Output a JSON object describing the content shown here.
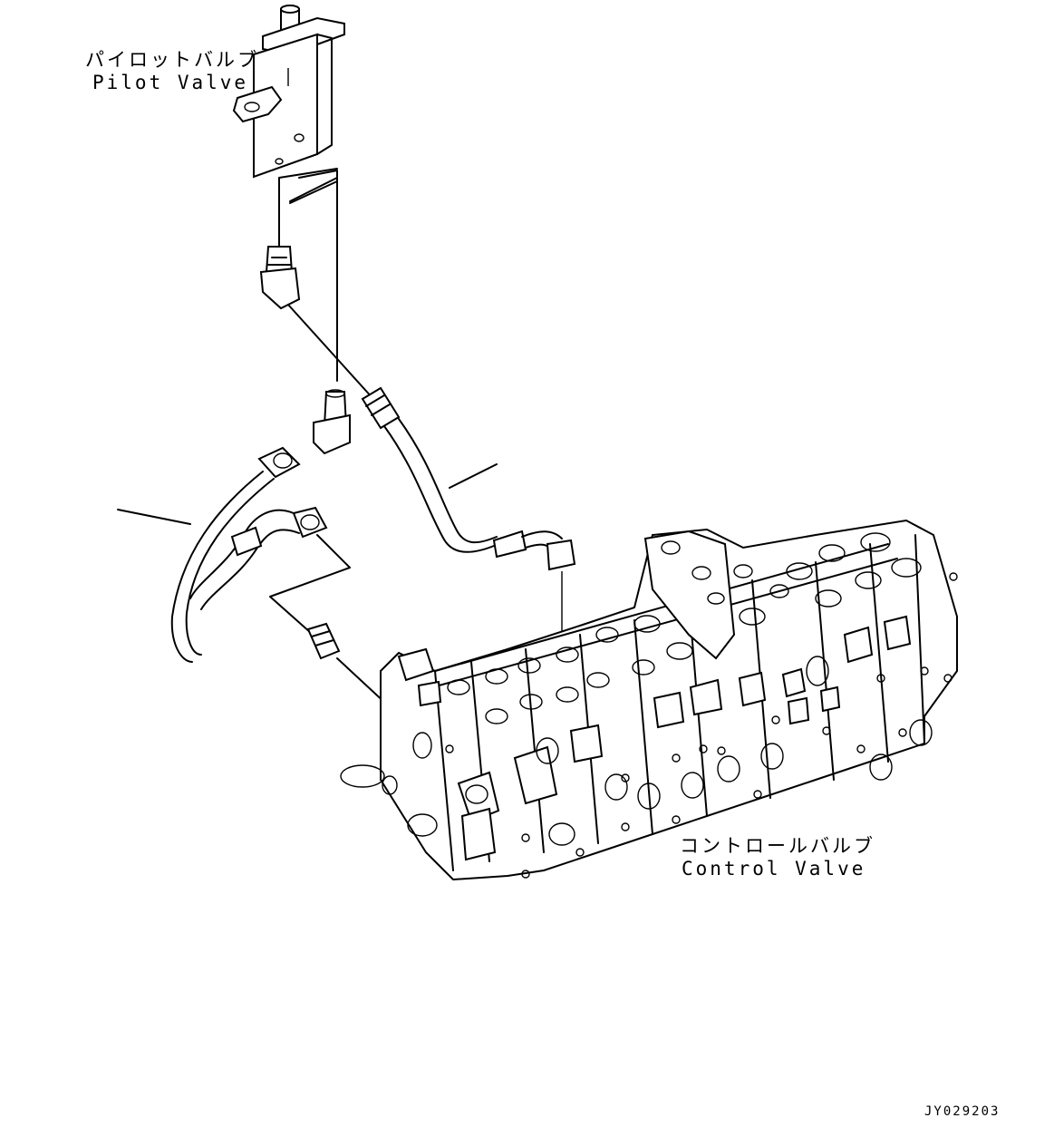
{
  "labels": {
    "pilot_valve_jp": "パイロットバルブ",
    "pilot_valve_en": "Pilot Valve",
    "control_valve_jp": "コントロールバルブ",
    "control_valve_en": "Control Valve"
  },
  "drawing_code": "JY029203"
}
